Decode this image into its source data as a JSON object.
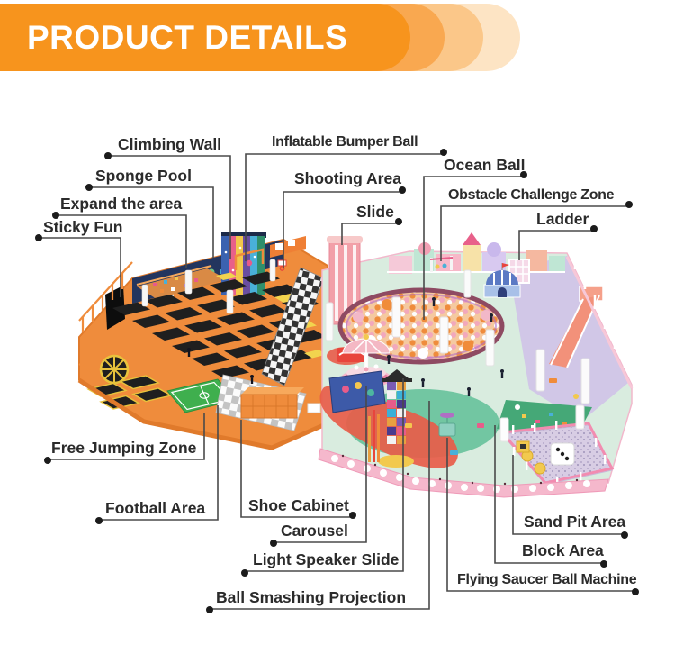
{
  "banner": {
    "title": "PRODUCT DETAILS"
  },
  "palette": {
    "banner_orange": "#F7941D",
    "banner_trails": [
      "#F9A850",
      "#FBC789",
      "#FDE4C4"
    ],
    "label_text": "#2B2B2B",
    "callout_line": "#4A4A4A",
    "trampoline_orange": "#EF8C3C",
    "softplay_pink": "#F2A0A8",
    "floor_mint": "#D9ECDF"
  },
  "callouts": [
    {
      "id": "climbing-wall",
      "label": "Climbing Wall"
    },
    {
      "id": "sponge-pool",
      "label": "Sponge Pool"
    },
    {
      "id": "expand-the-area",
      "label": "Expand the area"
    },
    {
      "id": "sticky-fun",
      "label": "Sticky Fun"
    },
    {
      "id": "inflatable-bumper-ball",
      "label": "Inflatable Bumper Ball"
    },
    {
      "id": "ocean-ball",
      "label": "Ocean Ball"
    },
    {
      "id": "shooting-area",
      "label": "Shooting Area"
    },
    {
      "id": "obstacle-challenge-zone",
      "label": "Obstacle Challenge Zone"
    },
    {
      "id": "slide",
      "label": "Slide"
    },
    {
      "id": "ladder",
      "label": "Ladder"
    },
    {
      "id": "free-jumping-zone",
      "label": "Free Jumping Zone"
    },
    {
      "id": "football-area",
      "label": "Football Area"
    },
    {
      "id": "shoe-cabinet",
      "label": "Shoe Cabinet"
    },
    {
      "id": "carousel",
      "label": "Carousel"
    },
    {
      "id": "light-speaker-slide",
      "label": "Light Speaker Slide"
    },
    {
      "id": "ball-smashing-projection",
      "label": "Ball Smashing Projection"
    },
    {
      "id": "flying-saucer-ball-machine",
      "label": "Flying Saucer Ball Machine"
    },
    {
      "id": "sand-pit-area",
      "label": "Sand Pit Area"
    },
    {
      "id": "block-area",
      "label": "Block Area"
    }
  ]
}
